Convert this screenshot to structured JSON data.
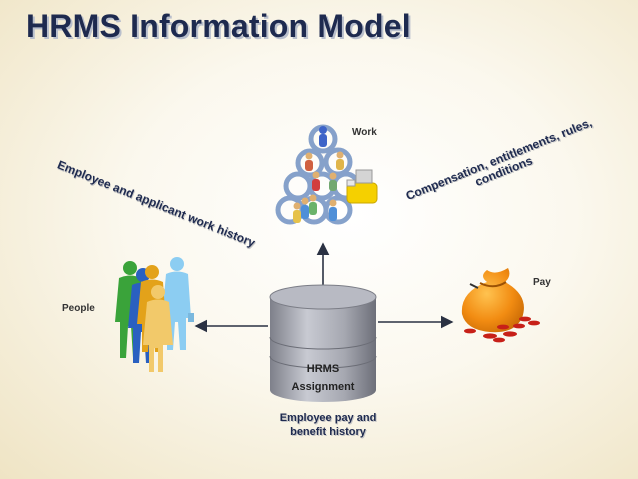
{
  "title": "HRMS Information Model",
  "labels": {
    "work": "Work",
    "people": "People",
    "pay": "Pay",
    "db_line1": "HRMS",
    "db_line2": "Assignment",
    "history_line1": "Employee pay and",
    "history_line2": "benefit history",
    "left_arc": "Employee and applicant work history",
    "right_arc_line1": "Compensation, entitlements, rules,",
    "right_arc_line2": "conditions"
  },
  "colors": {
    "title": "#1e2a4f",
    "arrow": "#2a3142",
    "cylinder": "#9d9fa8",
    "pay_bag": "#f08a12",
    "coins": "#c72018"
  },
  "icons": [
    "work-org-icon",
    "people-group-icon",
    "money-bag-icon",
    "database-cylinder-icon"
  ]
}
